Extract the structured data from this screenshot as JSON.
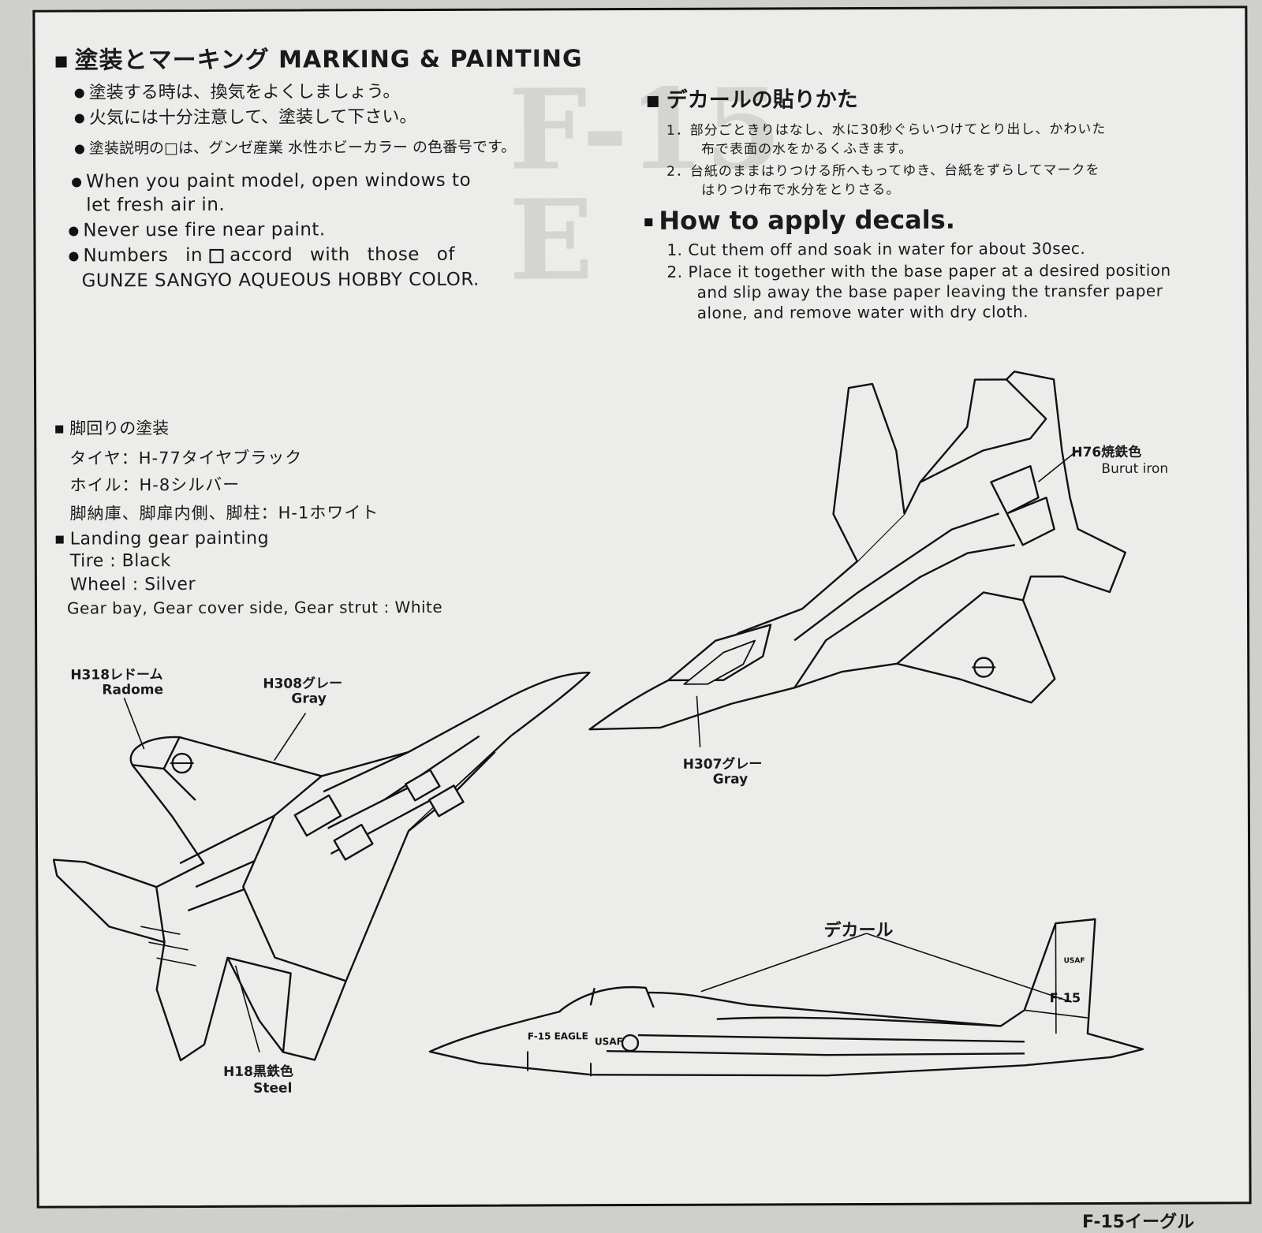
{
  "painting": {
    "heading": "塗装とマーキング MARKING & PAINTING",
    "jp_notes": [
      "塗装する時は、換気をよくしましょう。",
      "火気には十分注意して、塗装して下さい。",
      "塗装説明の□は、グンゼ産業 水性ホビーカラー の色番号です。"
    ],
    "en_note1_line1": "When you paint model, open windows to",
    "en_note1_line2": "let fresh air in.",
    "en_note2": "Never use fire near paint.",
    "en_note3_a": "Numbers in",
    "en_note3_b": "accord with those of",
    "en_note3_line2": "GUNZE SANGYO AQUEOUS HOBBY COLOR."
  },
  "decals": {
    "heading_jp": "デカールの貼りかた",
    "steps_jp": [
      "1．部分ごときりはなし、水に30秒ぐらいつけてとり出し、かわいた",
      "布で表面の水をかるくふきます。",
      "2．台紙のままはりつける所へもってゆき、台紙をずらしてマークを",
      "はりつけ布で水分をとりさる。"
    ],
    "heading_en": "How to apply decals.",
    "steps_en": [
      "1. Cut them off and soak in water for about 30sec.",
      "2. Place it together with the base paper at a desired position",
      "and slip away the base paper leaving the transfer paper",
      "alone, and remove water with dry cloth."
    ]
  },
  "landing_gear": {
    "heading_jp": "脚回りの塗装",
    "items_jp": [
      "タイヤ：H-77タイヤブラック",
      "ホイル：H-8シルバー",
      "脚納庫、脚扉内側、脚柱：H-1ホワイト"
    ],
    "heading_en": "Landing gear painting",
    "items_en": [
      "Tire : Black",
      "Wheel : Silver",
      "Gear bay, Gear cover side, Gear strut : White"
    ]
  },
  "callouts": {
    "radome_code": "H318レドーム",
    "radome_en": "Radome",
    "gray308_code": "H308グレー",
    "gray308_en": "Gray",
    "steel_code": "H18黒鉄色",
    "steel_en": "Steel",
    "gray307_code": "H307グレー",
    "gray307_en": "Gray",
    "burnt_code": "H76焼鉄色",
    "burnt_en": "Burut iron",
    "decal_label": "デカール"
  },
  "aircraft_markings": {
    "side_text1": "F-15 EAGLE",
    "side_text2": "USAF",
    "tail_code": "F-15",
    "tail_small": "USAF"
  },
  "footer": "F-15イーグル"
}
